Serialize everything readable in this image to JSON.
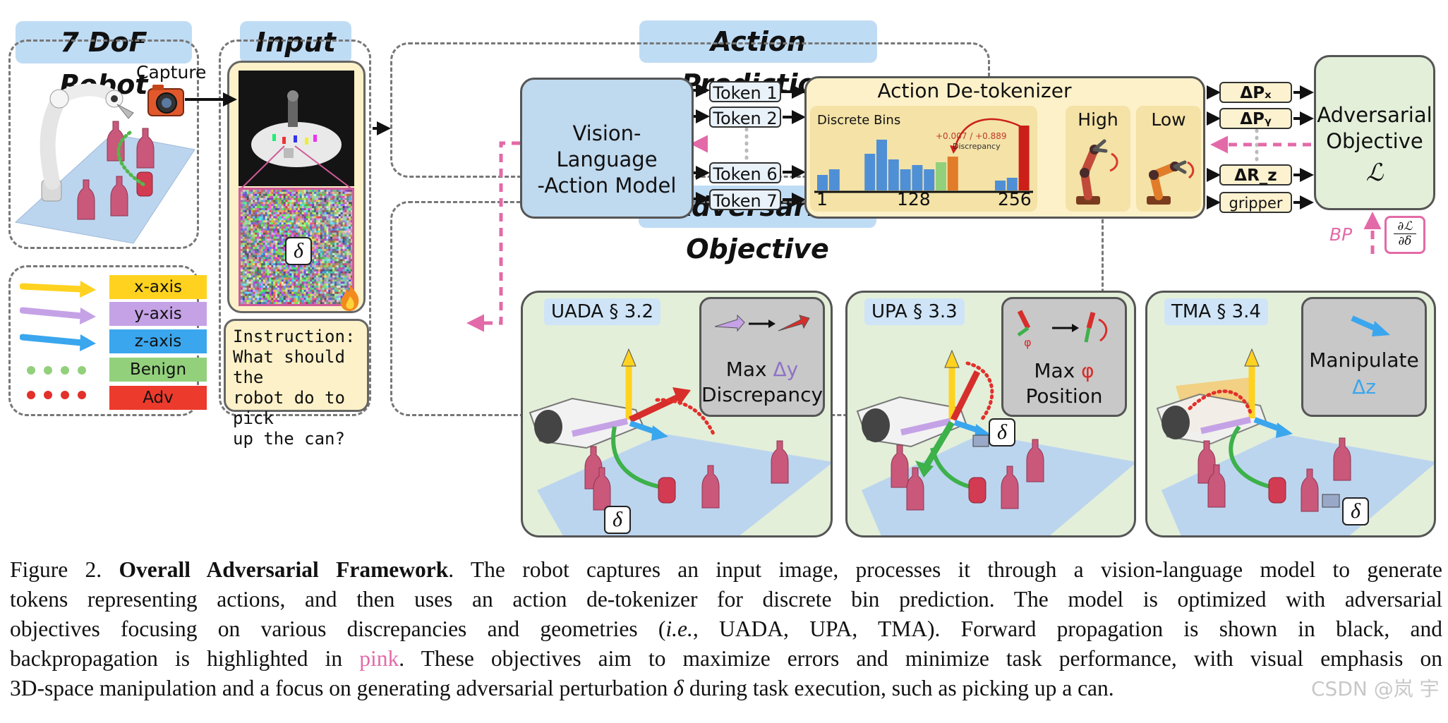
{
  "sections": {
    "robot_title": "7 DoF Robot",
    "input_title": "Input",
    "action_title": "Action Prediction",
    "adv_title": "Adversarial Objective"
  },
  "robot": {
    "capture_label": "Capture"
  },
  "legend": [
    {
      "label": "x-axis",
      "color": "#ffd21f",
      "marker": "arrow-yellow"
    },
    {
      "label": "y-axis",
      "color": "#c5a2e6",
      "marker": "arrow-purple"
    },
    {
      "label": "z-axis",
      "color": "#3aa6ee",
      "marker": "arrow-blue"
    },
    {
      "label": "Benign",
      "color": "#93d07c",
      "marker": "dots-green"
    },
    {
      "label": "Adv",
      "color": "#ec3a2c",
      "marker": "dots-red"
    }
  ],
  "input": {
    "delta": "δ",
    "instruction": [
      "Instruction:",
      "What should the",
      "robot do to pick",
      "up the can?"
    ]
  },
  "vla": {
    "line1": "Vision-Language",
    "line2": "-Action Model"
  },
  "tokens": [
    "Token 1",
    "Token 2",
    "Token 6",
    "Token 7"
  ],
  "detok": {
    "title": "Action De-tokenizer",
    "bins_label": "Discrete Bins",
    "annotation": "+0.007 / +0.889",
    "annotation_sub": "Discrepancy",
    "ticks": [
      "1",
      "128",
      "256"
    ],
    "high": "High",
    "low": "Low"
  },
  "outputs": [
    "ΔPₓ",
    "ΔPᵧ",
    "ΔR_z",
    "gripper"
  ],
  "objective": {
    "line1": "Adversarial",
    "line2": "Objective",
    "symbol": "ℒ"
  },
  "bp": {
    "label": "BP",
    "grad_top": "∂ℒ",
    "grad_bottom": "∂δ"
  },
  "panels": [
    {
      "tag": "UADA § 3.2",
      "card_line1": "Max",
      "card_symbol": "Δy",
      "card_line2": "Discrepancy"
    },
    {
      "tag": "UPA § 3.3",
      "card_line1": "Max",
      "card_symbol": "φ",
      "card_line2": "Position"
    },
    {
      "tag": "TMA § 3.4",
      "card_line1": "Manipulate",
      "card_symbol": "Δz",
      "card_line2": ""
    }
  ],
  "panel_delta": "δ",
  "caption": {
    "fig": "Figure 2.",
    "bold": "Overall Adversarial Framework",
    "line1_rest": ". The robot captures an input image, processes it through a vision-language model to generate",
    "line2": "tokens representing actions, and then uses an action de-tokenizer for discrete bin prediction. The model is optimized with adversarial",
    "line3_a": "objectives focusing on various discrepancies and geometries (",
    "line3_ie": "i.e.",
    "line3_b": ", UADA, UPA, TMA). Forward propagation is shown in black, and",
    "line4_a": "backpropagation is highlighted in ",
    "line4_pink": "pink",
    "line4_b": ". These objectives aim to maximize errors and minimize task performance, with visual emphasis on",
    "line5_a": "3D-space manipulation and a focus on generating adversarial perturbation ",
    "line5_delta": "δ",
    "line5_b": " during task execution, such as picking up a can."
  },
  "watermark": "CSDN @岚 宇",
  "colors": {
    "pink": "#e36aa8",
    "title_blue": "#bfdcf5",
    "vla_blue": "#bfd9ee",
    "detok_yellow": "#fdf1c9",
    "objective_green": "#e3efd9"
  }
}
